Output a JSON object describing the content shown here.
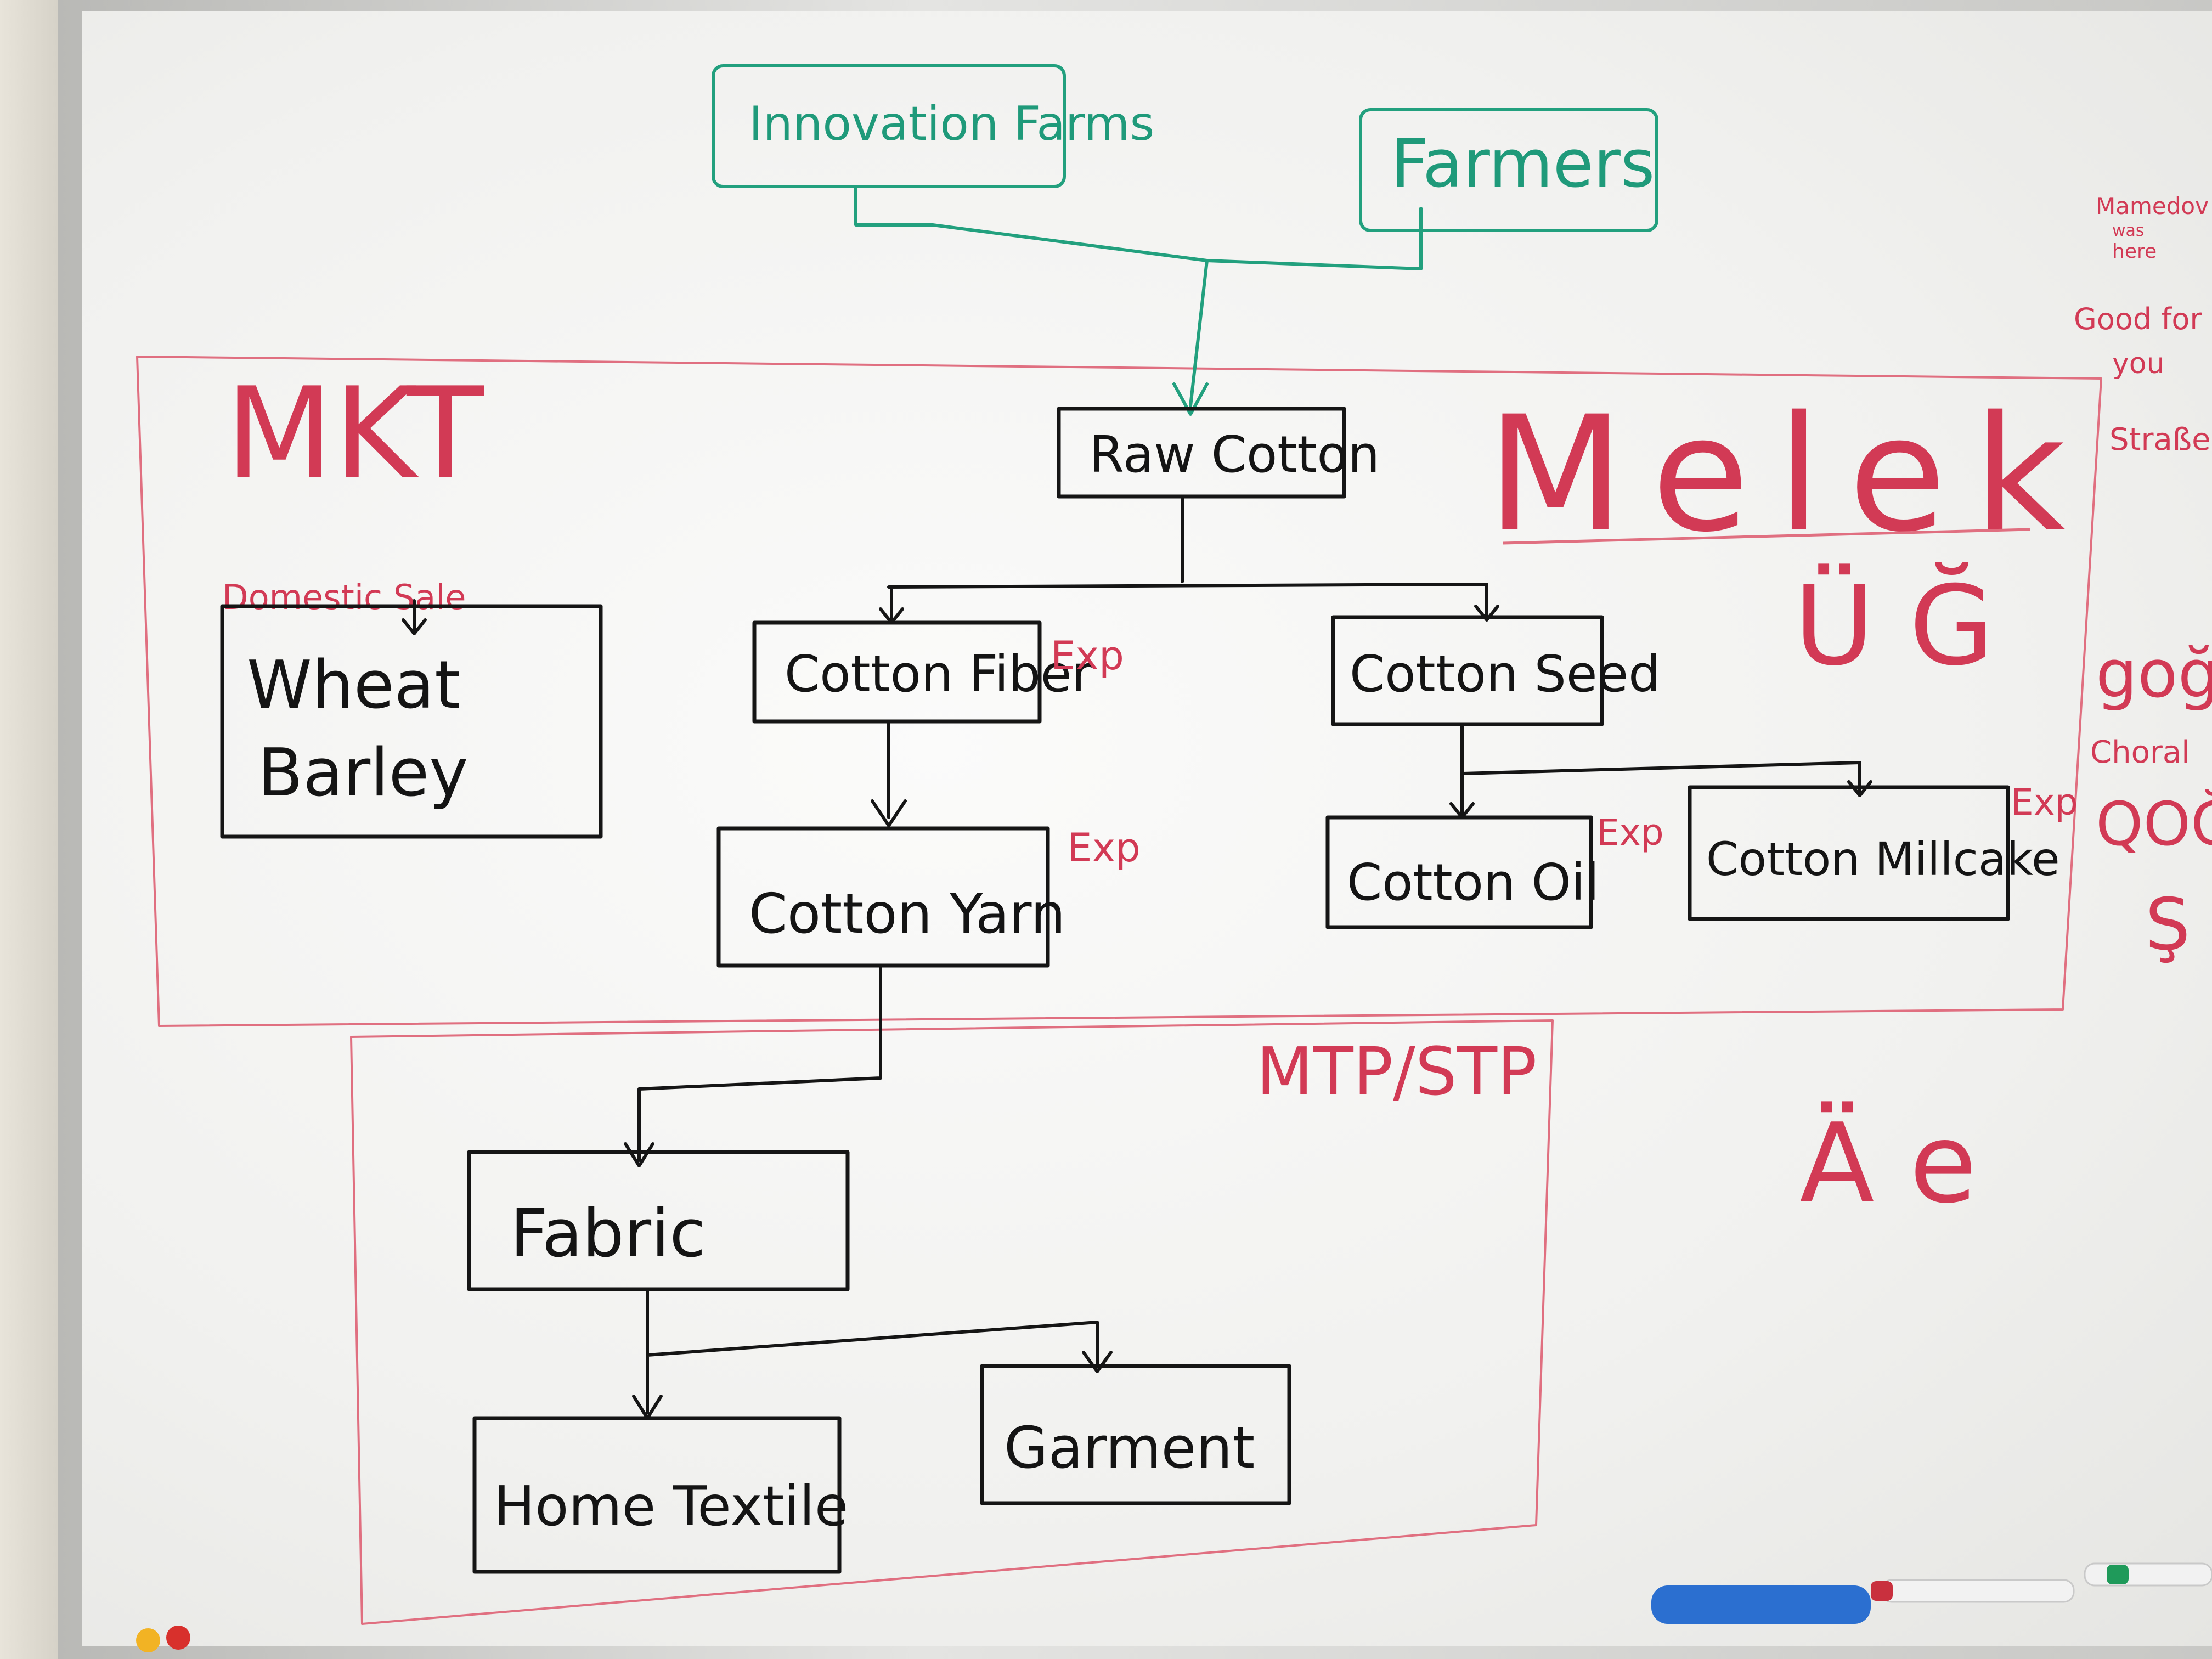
{
  "colors": {
    "ink_black": "#141414",
    "ink_red": "#d23a55",
    "ink_green": "#1f9a7a"
  },
  "sources": {
    "innovation_farms": "Innovation Farms",
    "farmers": "Farmers"
  },
  "groups": {
    "mkt": "MKT",
    "mtp_stp": "MTP/STP"
  },
  "nodes": {
    "raw_cotton": "Raw Cotton",
    "cotton_fiber": "Cotton Fiber",
    "cotton_seed": "Cotton Seed",
    "cotton_yarn": "Cotton Yarn",
    "cotton_oil": "Cotton Oil",
    "cotton_millcake": "Cotton Millcake",
    "fabric": "Fabric",
    "home_textile": "Home Textile",
    "garment": "Garment",
    "wheat_barley_line1": "Wheat",
    "wheat_barley_line2": "Barley"
  },
  "annotations": {
    "domestic_sale": "Domestic Sale",
    "exp": "Exp"
  },
  "side_notes": {
    "melek": "Melek",
    "ug": "Ü Ğ",
    "ae": "Ä e",
    "mamedov_1": "Mamedov",
    "mamedov_2": "was",
    "mamedov_3": "here",
    "good_for_1": "Good for",
    "good_for_2": "you",
    "strase": "Straße",
    "goga": "goğa",
    "choral": "Choral",
    "goga_caps": "QOĞA",
    "s": "Ş"
  }
}
